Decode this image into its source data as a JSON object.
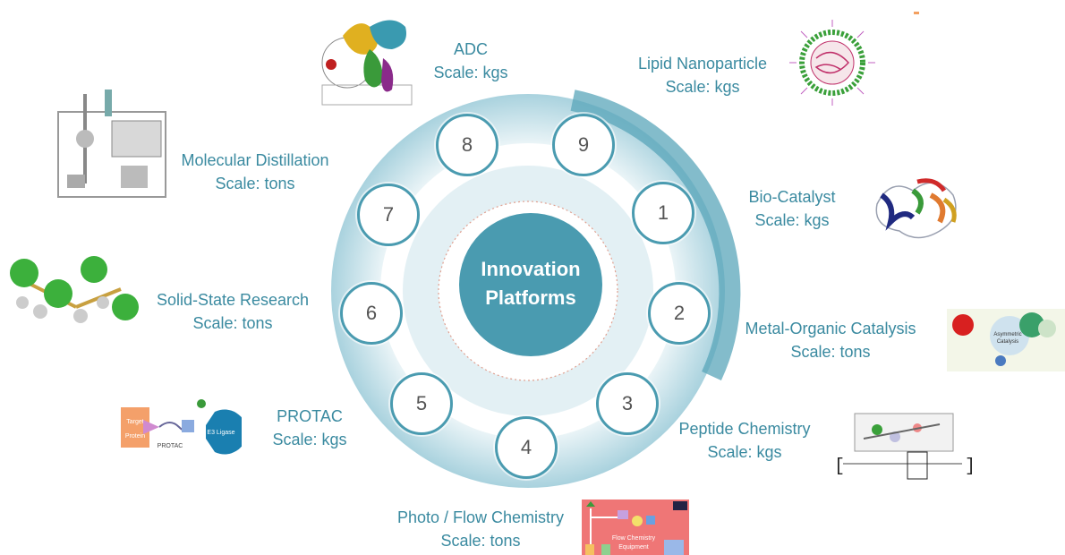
{
  "center": {
    "line1": "Innovation",
    "line2": "Platforms"
  },
  "numbers": [
    "1",
    "2",
    "3",
    "4",
    "5",
    "6",
    "7",
    "8",
    "9"
  ],
  "platforms": {
    "bio_catalyst": {
      "name": "Bio-Catalyst",
      "scale": "Scale: kgs"
    },
    "metal_organic": {
      "name": "Metal-Organic Catalysis",
      "scale": "Scale: tons"
    },
    "peptide": {
      "name": "Peptide Chemistry",
      "scale": "Scale: kgs"
    },
    "photo_flow": {
      "name": "Photo / Flow Chemistry",
      "scale": "Scale: tons"
    },
    "protac": {
      "name": "PROTAC",
      "scale": "Scale: kgs"
    },
    "solid_state": {
      "name": "Solid-State Research",
      "scale": "Scale:  tons"
    },
    "molecular_distillation": {
      "name": "Molecular Distillation",
      "scale": "Scale: tons"
    },
    "adc": {
      "name": "ADC",
      "scale": "Scale: kgs"
    },
    "lipid_np": {
      "name": "Lipid Nanoparticle",
      "scale": "Scale: kgs"
    }
  },
  "thumb_text": {
    "protac_target": "Target",
    "protac_protein": "Protein",
    "protac_label": "PROTAC",
    "protac_ligase": "E3 Ligase",
    "flow_eq": "Flow Chemistry",
    "flow_eq2": "Equipment",
    "asym": "Asymmetric",
    "catalysis": "Catalysis"
  },
  "colors": {
    "primary": "#3a8aa0",
    "center_fill": "#4a9bb0",
    "ring": "#8ec4d2",
    "ring_light": "#d6ebf1"
  }
}
